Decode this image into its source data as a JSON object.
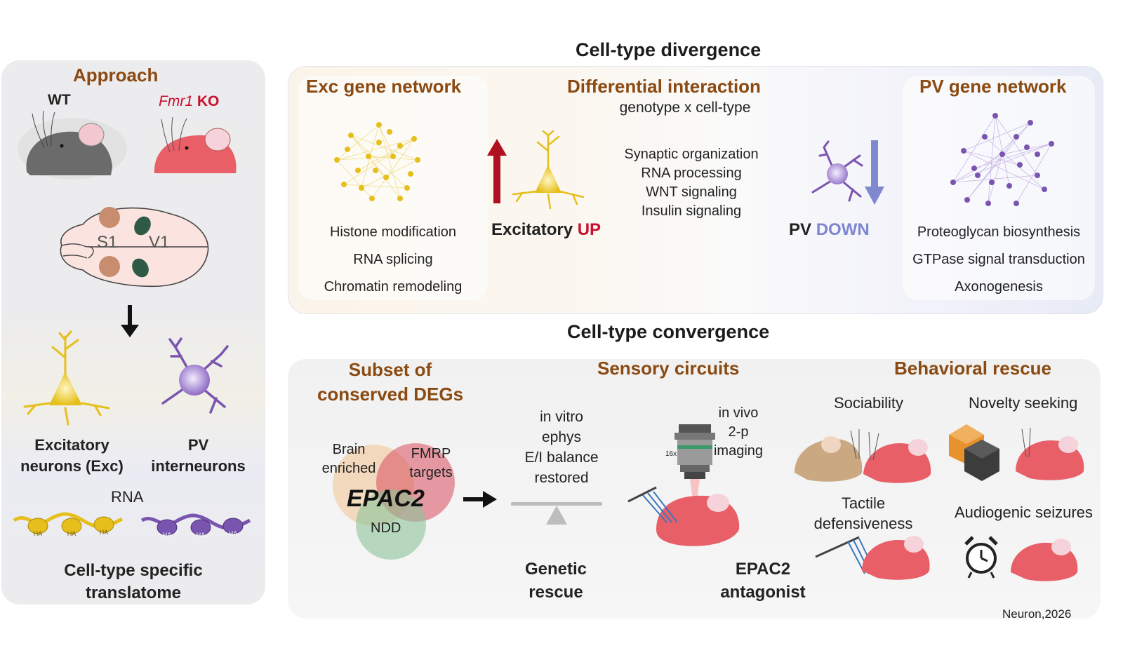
{
  "approach": {
    "title": "Approach",
    "wt_label": "WT",
    "ko_gene": "Fmr1",
    "ko_suffix": " KO",
    "brain_s1": "S1",
    "brain_v1": "V1",
    "exc_label_1": "Excitatory",
    "exc_label_2": "neurons (Exc)",
    "pv_label_1": "PV",
    "pv_label_2": "interneurons",
    "rna_label": "RNA",
    "ha_tag": "HA",
    "translatome_1": "Cell-type specific",
    "translatome_2": "translatome"
  },
  "divergence": {
    "title": "Cell-type divergence",
    "exc_network": {
      "title": "Exc gene network",
      "terms": [
        "Histone modification",
        "RNA splicing",
        "Chromatin remodeling"
      ]
    },
    "differential": {
      "title": "Differential interaction",
      "subtitle": "genotype x cell-type",
      "terms": [
        "Synaptic organization",
        "RNA processing",
        "WNT signaling",
        "Insulin signaling"
      ]
    },
    "excitatory_up": {
      "prefix": "Excitatory ",
      "emph": "UP"
    },
    "pv_down": {
      "prefix": "PV ",
      "emph": "DOWN"
    },
    "pv_network": {
      "title": "PV gene network",
      "terms": [
        "Proteoglycan biosynthesis",
        "GTPase signal transduction",
        "Axonogenesis"
      ]
    }
  },
  "convergence": {
    "title": "Cell-type convergence",
    "subset": {
      "title_1": "Subset of",
      "title_2": "conserved DEGs",
      "venn_brain_1": "Brain",
      "venn_brain_2": "enriched",
      "venn_fmrp_1": "FMRP",
      "venn_fmrp_2": "targets",
      "venn_ndd": "NDD",
      "venn_center": "EPAC2"
    },
    "sensory": {
      "title": "Sensory circuits",
      "invitro": [
        "in vitro",
        "ephys",
        "E/I balance",
        "restored"
      ],
      "invivo": [
        "in vivo",
        "2-p",
        "imaging"
      ],
      "objective_label": "16x",
      "genetic_1": "Genetic",
      "genetic_2": "rescue",
      "antagonist_1": "EPAC2",
      "antagonist_2": "antagonist"
    },
    "behavioral": {
      "title": "Behavioral rescue",
      "sociability": "Sociability",
      "novelty": "Novelty seeking",
      "tactile_1": "Tactile",
      "tactile_2": "defensiveness",
      "audiogenic": "Audiogenic seizures"
    }
  },
  "citation": "Neuron,2026",
  "colors": {
    "brown_title": "#8a4a12",
    "exc_yellow": "#e6bf1c",
    "pv_purple": "#7a55b0",
    "up_red": "#c8102e",
    "down_blue": "#7e86cf",
    "ko_mouse_pink": "#e85f68",
    "wt_mouse_gray": "#6b6b6b"
  }
}
